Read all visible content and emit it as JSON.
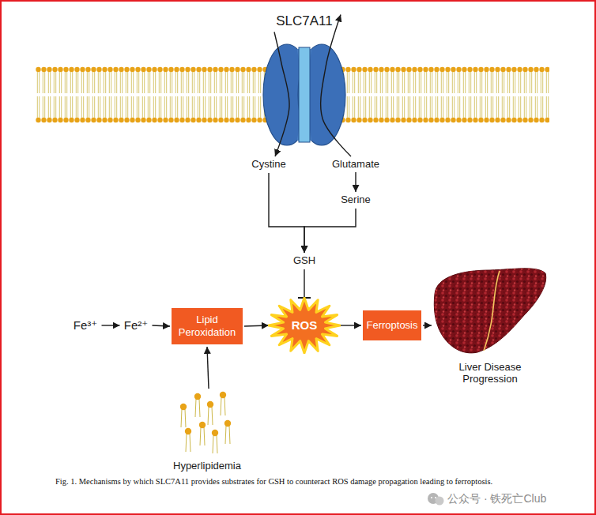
{
  "diagram": {
    "caption": "Fig. 1. Mechanisms by which SLC7A11 provides substrates for GSH to counteract ROS damage propagation leading to ferroptosis.",
    "nodes": [
      {
        "text": [
          "SLC7A11"
        ]
      },
      {
        "text": [
          "Cystine"
        ]
      },
      {
        "text": [
          "Glutamate"
        ]
      },
      {
        "text": [
          "Serine"
        ]
      },
      {
        "text": [
          "GSH"
        ]
      },
      {
        "text": [
          "Fe³⁺"
        ]
      },
      {
        "text": [
          "Fe²⁺"
        ]
      },
      {
        "text": [
          "Lipid Peroxidation"
        ]
      },
      {
        "text": [
          "ROS"
        ]
      },
      {
        "text": [
          "Ferroptosis"
        ]
      },
      {
        "text": [
          "Liver Disease Progression"
        ]
      },
      {
        "text": [
          "Hyperlipidemia"
        ]
      }
    ],
    "edges": [
      {
        "from": 0,
        "to": 1,
        "arrow": "to"
      },
      {
        "from": 2,
        "to": 0,
        "arrow": "to"
      },
      {
        "from": 2,
        "to": 3,
        "arrow": "to"
      },
      {
        "from": 1,
        "to": 4,
        "arrow": "to"
      },
      {
        "from": 3,
        "to": 4,
        "arrow": "to"
      },
      {
        "from": 4,
        "to": 8,
        "arrow": "to"
      },
      {
        "from": 5,
        "to": 6,
        "arrow": "to"
      },
      {
        "from": 6,
        "to": 7,
        "arrow": "to"
      },
      {
        "from": 7,
        "to": 8,
        "arrow": "to"
      },
      {
        "from": 8,
        "to": 9,
        "arrow": "to"
      },
      {
        "from": 9,
        "to": 10,
        "arrow": "to"
      },
      {
        "from": 11,
        "to": 7,
        "arrow": "to"
      }
    ],
    "labels": [
      "公众号 · 铁死亡Club"
    ]
  }
}
